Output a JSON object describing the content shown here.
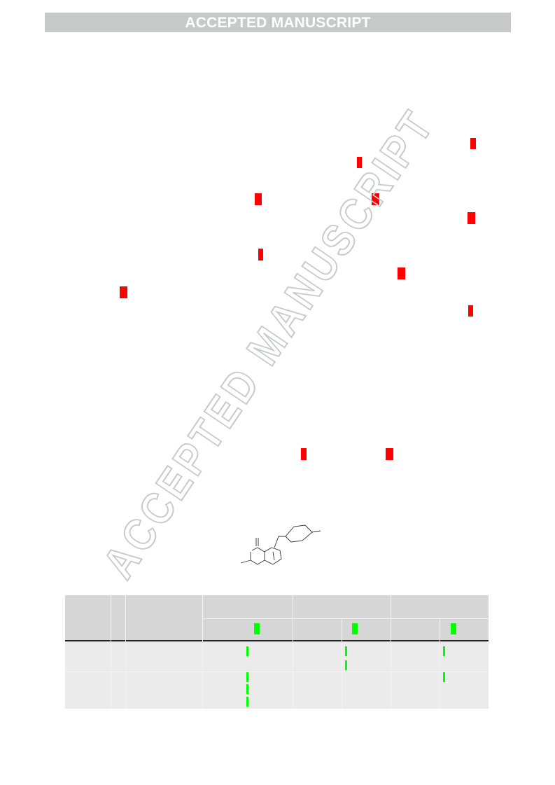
{
  "banner": {
    "text": "ACCEPTED MANUSCRIPT"
  },
  "watermark": {
    "text": "ACCEPTED MANUSCRIPT",
    "color": "#c8c9cb"
  },
  "colors": {
    "redaction": "#ff0000",
    "highlight": "#00ff00",
    "table_header": "#d6d6d7",
    "table_body": "#ebebec"
  },
  "structure": {
    "icon": "chemical-structure-drawing"
  }
}
